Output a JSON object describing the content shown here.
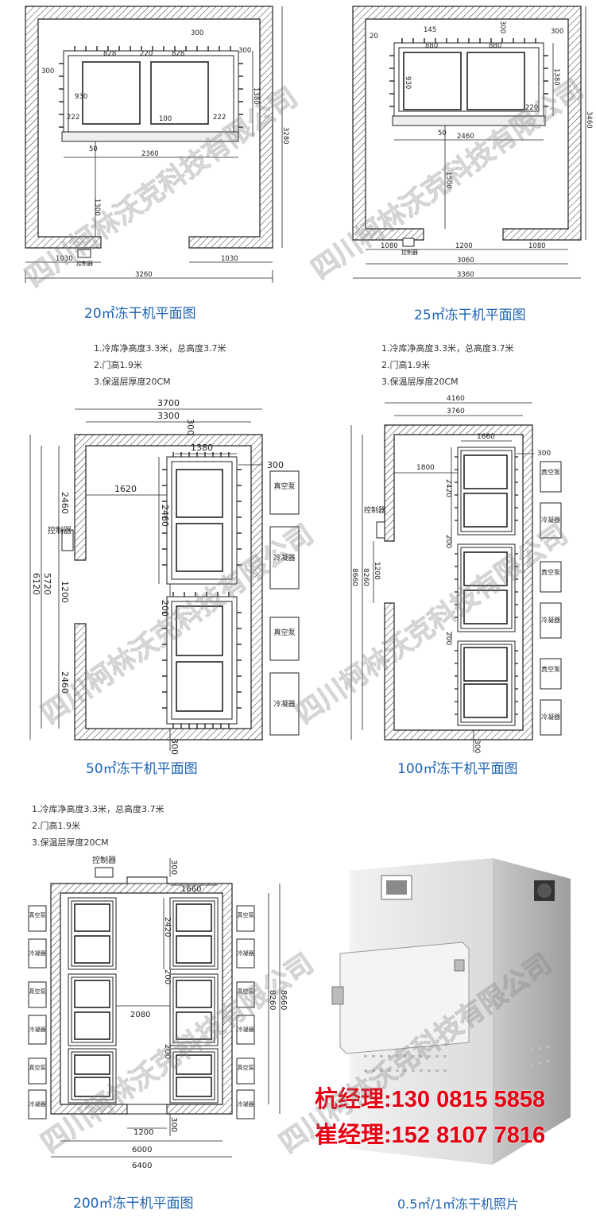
{
  "plans": [
    {
      "caption": "20㎡冻干机平面图",
      "dims": {
        "total_width": "3260",
        "height": "3280",
        "door_left": "1030",
        "door_right": "1030",
        "rack_width": "2360",
        "cell_a": "828",
        "cell_b": "828",
        "gap_top": "220",
        "wall_top": "300",
        "side": "300",
        "rack_height": "1380",
        "inner": "930",
        "margin_l": "222",
        "margin_r": "222",
        "mid": "100",
        "foot": "50",
        "aisle": "1300"
      },
      "controller": "控制器"
    },
    {
      "caption": "25㎡冻干机平面图",
      "dims": {
        "total_width": "3360",
        "inner_width": "3060",
        "height": "3460",
        "door": "1200",
        "door_left": "1080",
        "door_right": "1080",
        "rack_width": "2460",
        "cell_a": "880",
        "cell_b": "880",
        "top_offset": "145",
        "wall_top": "300",
        "left_gap": "20",
        "rack_height": "1380",
        "inner": "930",
        "margin_r": "220",
        "foot": "50",
        "aisle": "1500",
        "side": "300"
      },
      "controller": "控制器"
    },
    {
      "caption": "50㎡冻干机平面图",
      "dims": {
        "total_width": "3700",
        "inner_width": "3300",
        "wall_top": "300",
        "rack_width": "1380",
        "side": "300",
        "aisle": "1620",
        "upper": "2460",
        "rack_height": "2460",
        "door": "1200",
        "depth": "5720",
        "height": "6120",
        "gap": "200",
        "lower": "2460",
        "wall_bottom": "300"
      },
      "controller": "控制器",
      "equipment": [
        "真空泵",
        "冷凝器",
        "真空泵",
        "冷凝器"
      ]
    },
    {
      "caption": "100㎡冻干机平面图",
      "dims": {
        "total_width": "4160",
        "inner_width": "3760",
        "rack_width": "1660",
        "side": "300",
        "aisle": "1800",
        "rack_height": "2420",
        "gap1": "200",
        "door": "1200",
        "depth": "8260",
        "height": "8660",
        "gap2": "200",
        "wall_bottom": "300"
      },
      "controller": "控制器",
      "equipment": [
        "真空泵",
        "冷凝器",
        "真空泵",
        "冷凝器",
        "真空泵",
        "冷凝器"
      ]
    },
    {
      "caption": "200㎡冻干机平面图",
      "dims": {
        "wall_top": "300",
        "rack_width": "1660",
        "rack_height": "2420",
        "gap1": "200",
        "aisle": "2080",
        "gap2": "200",
        "depth": "8260",
        "height": "8660",
        "door": "1200",
        "wall_bottom": "300",
        "inner_width": "6000",
        "total_width": "6400"
      },
      "controller": "控制器",
      "equipment": [
        "真空泵",
        "冷凝器",
        "真空泵",
        "冷凝器",
        "真空泵",
        "冷凝器"
      ]
    }
  ],
  "notes_a": [
    "1.冷库净高度3.3米，总高度3.7米",
    "2.门高1.9米",
    "3.保温层厚度20CM"
  ],
  "notes_b": [
    "1.冷库净高度3.3米，总高度3.7米",
    "2.门高1.9米",
    "3.保温层厚度20CM"
  ],
  "notes_c": [
    "1.冷库净高度3.3米，总高度3.7米",
    "2.门高1.9米",
    "3.保温层厚度20CM"
  ],
  "photo_caption": "0.5㎡/1㎡冻干机照片",
  "contacts": [
    "杭经理:130 0815 5858",
    "崔经理:152 8107 7816"
  ],
  "watermark": "四川柯林沃克科技有限公司",
  "colors": {
    "caption": "#1d63b4",
    "contact": "#e60012",
    "line": "#222222"
  }
}
